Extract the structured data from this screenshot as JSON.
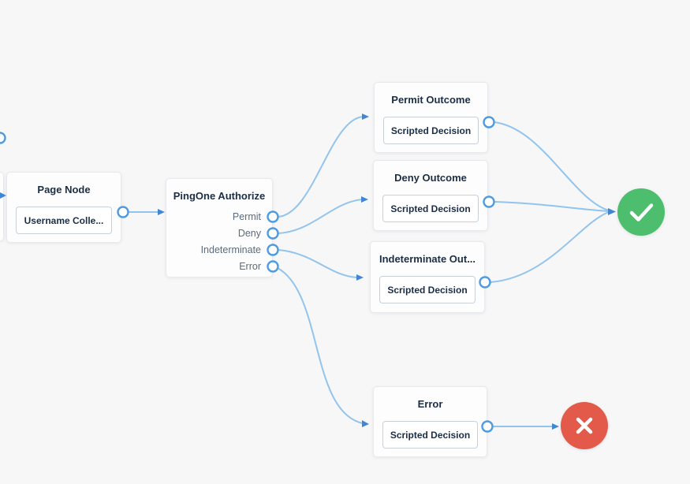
{
  "canvas": {
    "background": "#f7f7f8"
  },
  "colors": {
    "wire": "#92c4ed",
    "accent": "#4186d5",
    "success": "#4cbe6e",
    "failure": "#e3594a"
  },
  "nodes": {
    "page_node": {
      "title": "Page Node",
      "button": "Username Colle..."
    },
    "pingone_authorize": {
      "title": "PingOne Authorize",
      "outputs": [
        "Permit",
        "Deny",
        "Indeterminate",
        "Error"
      ]
    },
    "permit_outcome": {
      "title": "Permit Outcome",
      "button": "Scripted Decision"
    },
    "deny_outcome": {
      "title": "Deny Outcome",
      "button": "Scripted Decision"
    },
    "indeterminate_outcome": {
      "title": "Indeterminate Out...",
      "button": "Scripted Decision"
    },
    "error_node": {
      "title": "Error",
      "button": "Scripted Decision"
    },
    "success_node": {
      "icon": "check-icon"
    },
    "failure_node": {
      "icon": "x-icon"
    }
  }
}
